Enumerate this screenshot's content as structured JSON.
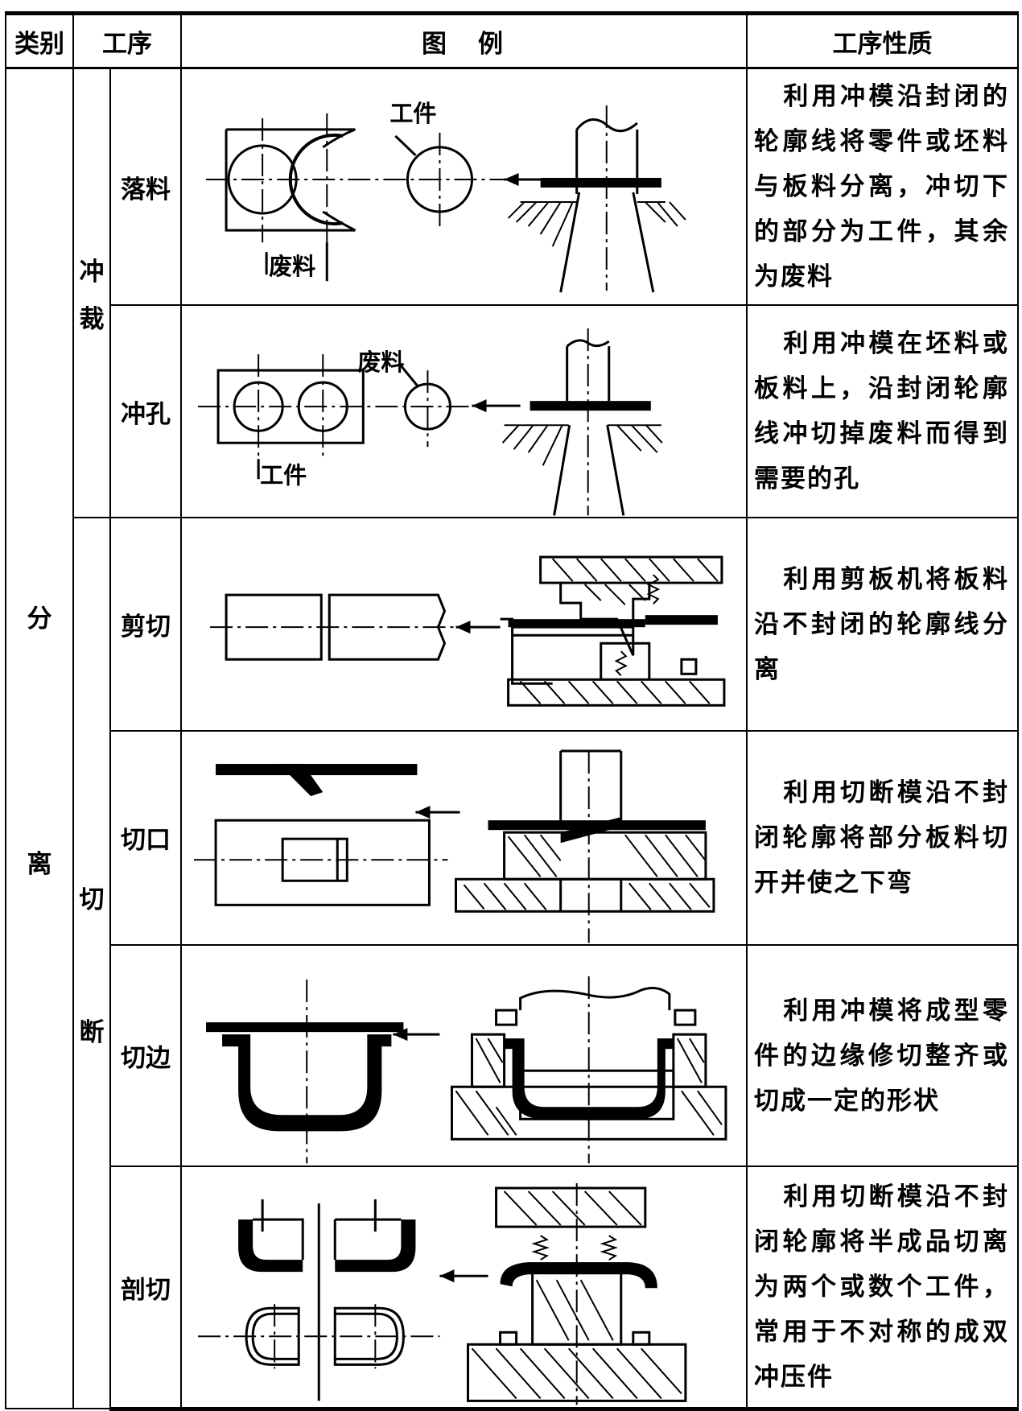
{
  "header": {
    "category": "类别",
    "process": "工序",
    "diagram": "图　例",
    "nature": "工序性质"
  },
  "groups": {
    "category_a": "分",
    "category_b": "离",
    "punching_a": "冲",
    "punching_b": "裁",
    "cutting_a": "切",
    "cutting_b": "断"
  },
  "rows": [
    {
      "name": "落料",
      "desc": "利用冲模沿封闭的轮廓线将零件或坯料与板料分离，冲切下的部分为工件，其余为废料",
      "labels": [
        "工件",
        "废料"
      ]
    },
    {
      "name": "冲孔",
      "desc": "利用冲模在坯料或板料上，沿封闭轮廓线冲切掉废料而得到需要的孔",
      "labels": [
        "废料",
        "工件"
      ]
    },
    {
      "name": "剪切",
      "desc": "利用剪板机将板料沿不封闭的轮廓线分离"
    },
    {
      "name": "切口",
      "desc": "利用切断模沿不封闭轮廓将部分板料切开并使之下弯"
    },
    {
      "name": "切边",
      "desc": "利用冲模将成型零件的边缘修切整齐或切成一定的形状"
    },
    {
      "name": "剖切",
      "desc": "利用切断模沿不封闭轮廓将半成品切离为两个或数个工件，常用于不对称的成双冲压件"
    }
  ]
}
